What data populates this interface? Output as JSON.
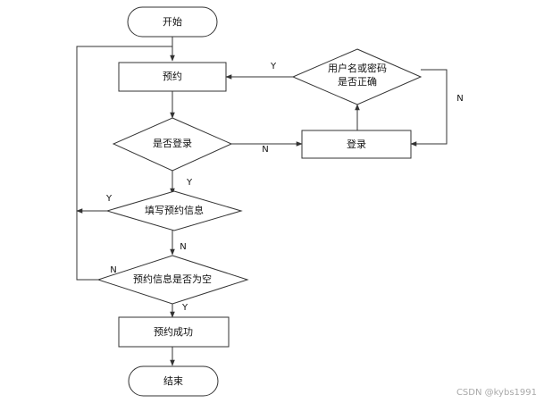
{
  "nodes": {
    "start": "开始",
    "reserve": "预约",
    "is_logged_in": "是否登录",
    "login": "登录",
    "credentials_line1": "用户名或密码",
    "credentials_line2": "是否正确",
    "fill_info": "填写预约信息",
    "info_empty": "预约信息是否为空",
    "success": "预约成功",
    "end": "结束"
  },
  "edge_labels": {
    "credentials_yes": "Y",
    "credentials_no": "N",
    "not_logged_in": "N",
    "logged_in": "Y",
    "fill_loop": "Y",
    "fill_next": "N",
    "empty_yes": "N",
    "not_empty": "Y"
  },
  "watermark": "CSDN @kybs1991",
  "colors": {
    "stroke": "#333333",
    "text": "#111111",
    "watermark": "#a9a9a9"
  }
}
